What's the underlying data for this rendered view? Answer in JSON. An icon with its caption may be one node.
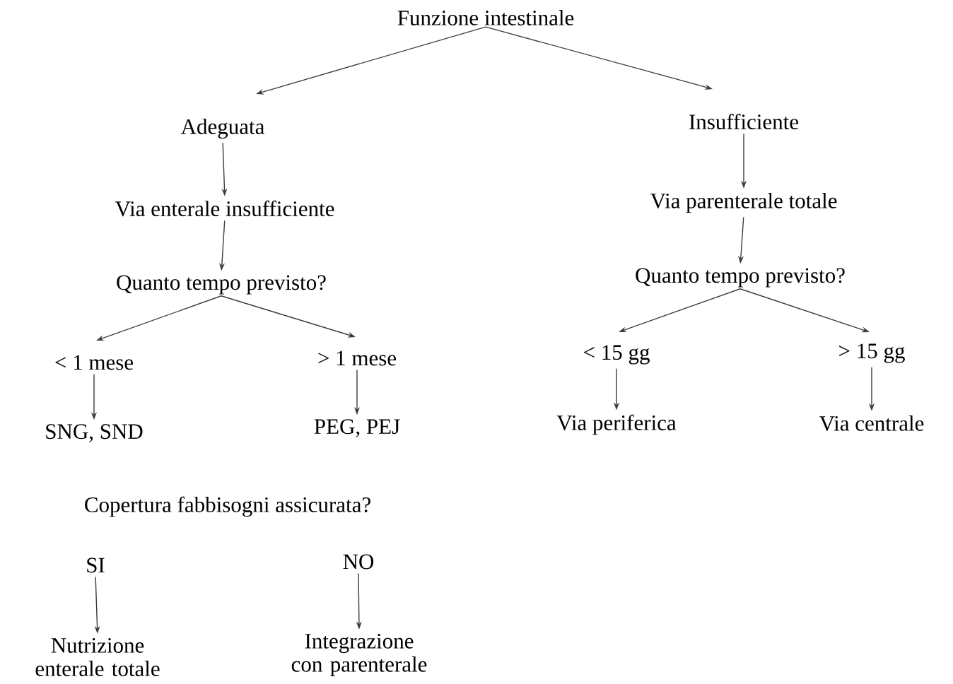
{
  "diagram": {
    "nodes": [
      {
        "text": [
          "Funzione intestinale"
        ]
      },
      {
        "text": [
          "Adeguata"
        ]
      },
      {
        "text": [
          "Insufficiente"
        ]
      },
      {
        "text": [
          "Via enterale insufficiente"
        ]
      },
      {
        "text": [
          "Quanto tempo previsto?"
        ]
      },
      {
        "text": [
          "Via parenterale totale"
        ]
      },
      {
        "text": [
          "Quanto tempo previsto?"
        ]
      },
      {
        "text": [
          "< 1 mese"
        ]
      },
      {
        "text": [
          "> 1 mese"
        ]
      },
      {
        "text": [
          "SNG, SND"
        ]
      },
      {
        "text": [
          "PEG, PEJ"
        ]
      },
      {
        "text": [
          "< 15 gg"
        ]
      },
      {
        "text": [
          "> 15 gg"
        ]
      },
      {
        "text": [
          "Via periferica"
        ]
      },
      {
        "text": [
          "Via centrale"
        ]
      },
      {
        "text": [
          "SI"
        ]
      },
      {
        "text": [
          "NO"
        ]
      },
      {
        "text": [
          "Nutrizione enterale totale"
        ]
      },
      {
        "text": [
          "Integrazione con parenterale"
        ]
      }
    ],
    "edges": [
      {
        "from": 0,
        "to": 1,
        "arrow": "to"
      },
      {
        "from": 0,
        "to": 2,
        "arrow": "to"
      },
      {
        "from": 1,
        "to": 3,
        "arrow": "to"
      },
      {
        "from": 3,
        "to": 4,
        "arrow": "to"
      },
      {
        "from": 2,
        "to": 5,
        "arrow": "to"
      },
      {
        "from": 5,
        "to": 6,
        "arrow": "to"
      },
      {
        "from": 4,
        "to": 7,
        "arrow": "to"
      },
      {
        "from": 4,
        "to": 8,
        "arrow": "to"
      },
      {
        "from": 6,
        "to": 11,
        "arrow": "to"
      },
      {
        "from": 6,
        "to": 12,
        "arrow": "to"
      },
      {
        "from": 7,
        "to": 9,
        "arrow": "to"
      },
      {
        "from": 8,
        "to": 10,
        "arrow": "to"
      },
      {
        "from": 11,
        "to": 13,
        "arrow": "to"
      },
      {
        "from": 12,
        "to": 14,
        "arrow": "to"
      },
      {
        "from": 15,
        "to": 17,
        "arrow": "to"
      },
      {
        "from": 16,
        "to": 18,
        "arrow": "to"
      }
    ],
    "labels": [
      "Copertura fabbisogni assicurata?"
    ]
  }
}
